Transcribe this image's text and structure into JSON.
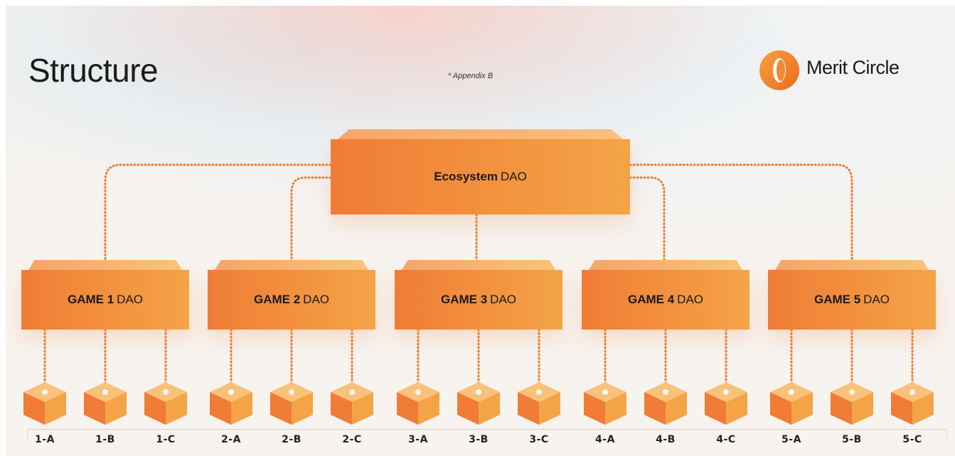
{
  "header": {
    "title": "Structure",
    "note": "* Appendix B",
    "brand": "Merit Circle"
  },
  "colors": {
    "accent_start": "#f07c35",
    "accent_end": "#f4a447",
    "connector": "#f07a30",
    "text": "#1b1b1b"
  },
  "ecosystem": {
    "bold": "Ecosystem",
    "suffix": "DAO"
  },
  "games": [
    {
      "bold": "GAME 1",
      "suffix": "DAO",
      "subs": [
        "1-A",
        "1-B",
        "1-C"
      ]
    },
    {
      "bold": "GAME 2",
      "suffix": "DAO",
      "subs": [
        "2-A",
        "2-B",
        "2-C"
      ]
    },
    {
      "bold": "GAME 3",
      "suffix": "DAO",
      "subs": [
        "3-A",
        "3-B",
        "3-C"
      ]
    },
    {
      "bold": "GAME 4",
      "suffix": "DAO",
      "subs": [
        "4-A",
        "4-B",
        "4-C"
      ]
    },
    {
      "bold": "GAME 5",
      "suffix": "DAO",
      "subs": [
        "5-A",
        "5-B",
        "5-C"
      ]
    }
  ],
  "icons": {
    "brand_logo": "merit-circle-logo-icon",
    "cube": "cube-icon"
  }
}
